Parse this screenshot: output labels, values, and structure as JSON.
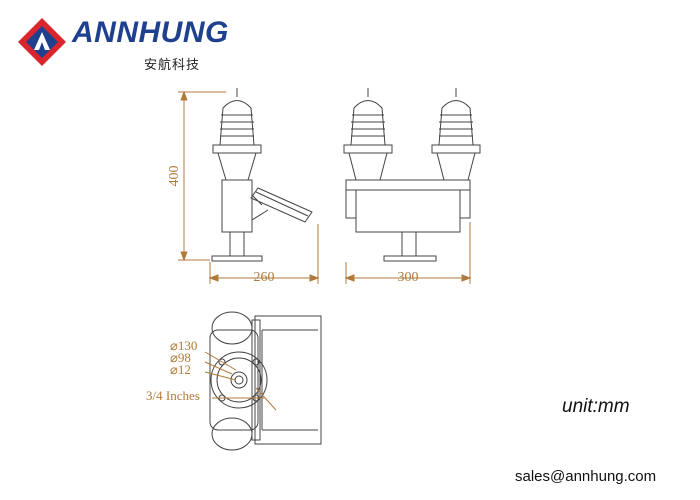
{
  "logo": {
    "brand": "ANNHUNG",
    "brand_cn": "安航科技",
    "colors": {
      "red": "#d8262c",
      "blue": "#1f3f8f"
    }
  },
  "dimensions": {
    "height": "400",
    "depth": "260",
    "width": "300",
    "outer_diameter": "⌀130",
    "mid_diameter": "⌀98",
    "hole_diameter": "⌀12",
    "thread": "3/4 Inches"
  },
  "unit_label": "unit:mm",
  "email": "sales@annhung.com",
  "colors": {
    "dimension": "#b07a3a",
    "line": "#444444"
  }
}
